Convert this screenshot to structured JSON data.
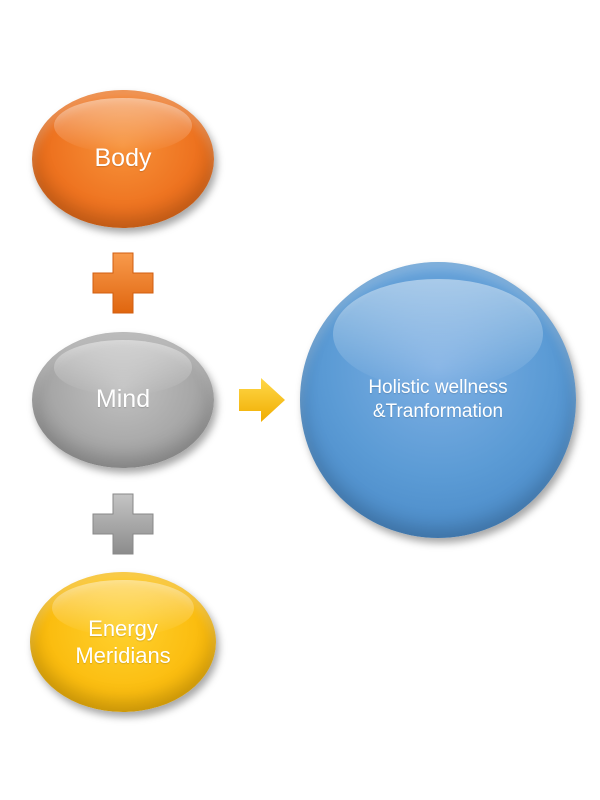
{
  "diagram": {
    "nodes": {
      "body": "Body",
      "mind": "Mind",
      "energy": "Energy\nMeridians",
      "result": "Holistic wellness\n&Tranformation"
    },
    "colors": {
      "body": "#ee7320",
      "mind": "#a7a7a7",
      "energy": "#fbbd10",
      "result": "#5b9bd5",
      "plus_top": "#ee7320",
      "plus_bottom": "#a7a7a7",
      "arrow": "#fbbd10"
    },
    "connectors": [
      {
        "type": "plus-icon",
        "between": [
          "body",
          "mind"
        ]
      },
      {
        "type": "plus-icon",
        "between": [
          "mind",
          "energy"
        ]
      },
      {
        "type": "arrow-right-icon",
        "between": [
          "mind",
          "result"
        ]
      }
    ]
  }
}
